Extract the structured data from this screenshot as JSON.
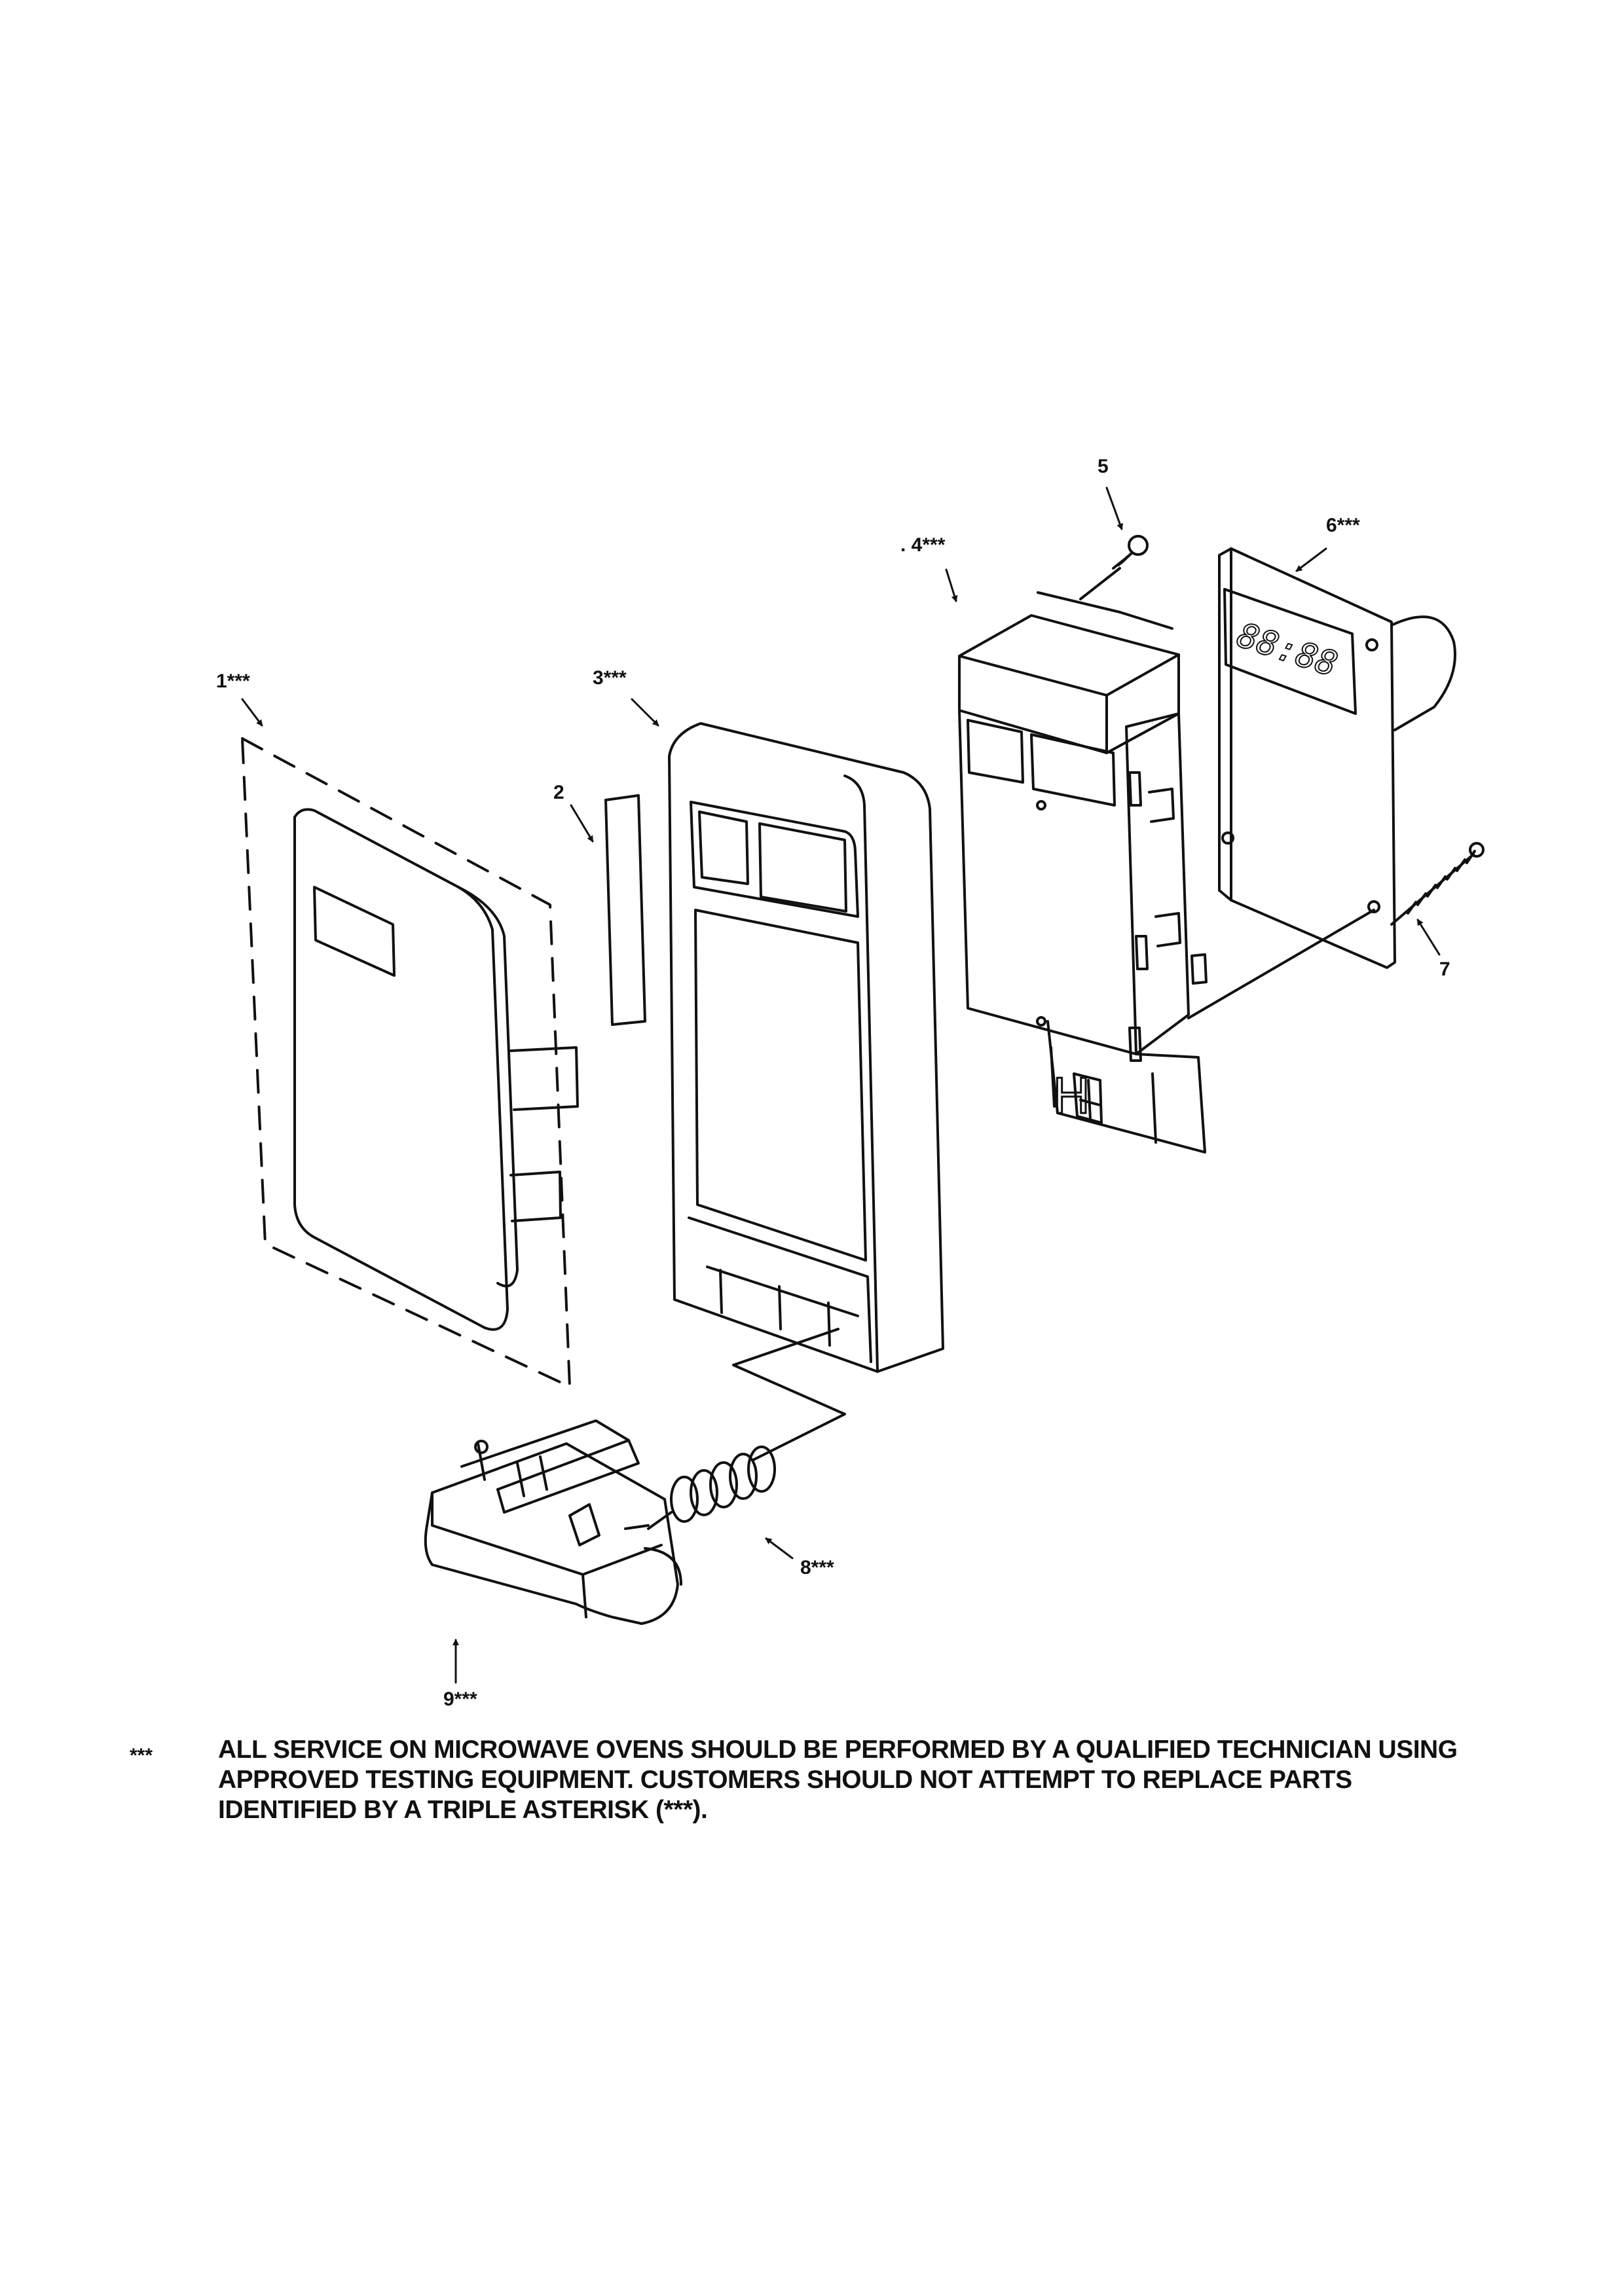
{
  "callouts": [
    {
      "id": "1",
      "label": "1***"
    },
    {
      "id": "2",
      "label": "2"
    },
    {
      "id": "3",
      "label": "3***"
    },
    {
      "id": "4",
      "label": ". 4***"
    },
    {
      "id": "5",
      "label": "5"
    },
    {
      "id": "6",
      "label": "6***"
    },
    {
      "id": "7",
      "label": "7"
    },
    {
      "id": "8",
      "label": "8***"
    },
    {
      "id": "9",
      "label": "9***"
    }
  ],
  "display_readout": "88:88",
  "pcb_letter": "H",
  "note": {
    "marker": "***",
    "lines": [
      "ALL SERVICE ON MICROWAVE OVENS SHOULD BE PERFORMED BY A  QUALIFIED TECHNICIAN USING",
      "APPROVED TESTING EQUIPMENT.  CUSTOMERS SHOULD NOT ATTEMPT TO REPLACE PARTS",
      "IDENTIFIED BY A TRIPLE ASTERISK (***)."
    ]
  }
}
